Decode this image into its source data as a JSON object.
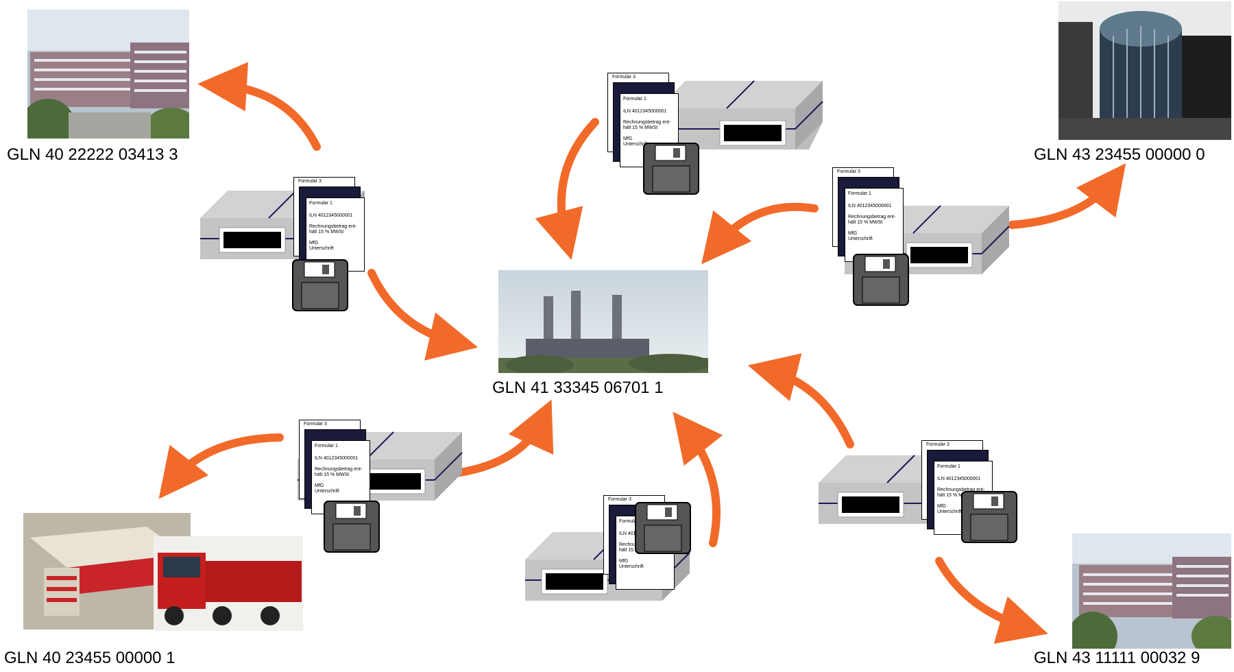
{
  "nodes": {
    "center": {
      "gln": "GLN 41 33345 06701 1",
      "icon": "power-plant-photo"
    },
    "top_left": {
      "gln": "GLN 40 22222 03413 3",
      "icon": "office-building-photo"
    },
    "top_right": {
      "gln": "GLN 43 23455 00000 0",
      "icon": "glass-tower-photo"
    },
    "bottom_left": {
      "gln": "GLN 40 23455 00000 1",
      "icon": "warehouse-truck-photo"
    },
    "bottom_right": {
      "gln": "GLN 43 11111 00032 9",
      "icon": "office-building-photo"
    }
  },
  "document": {
    "form3": "Formular 3",
    "form1": "Formular 1",
    "iln": "ILN 4012345000001",
    "amount_line1": "Rechnungsbetrag ent-",
    "amount_line2": "hält 15 % MWSt",
    "sig_line1": "MfG",
    "sig_line2": "Unterschrift"
  },
  "colors": {
    "arrow": "#F26A2A",
    "package": "#C0C0C0",
    "strap": "#1A1A5A",
    "disk": "#555555"
  }
}
